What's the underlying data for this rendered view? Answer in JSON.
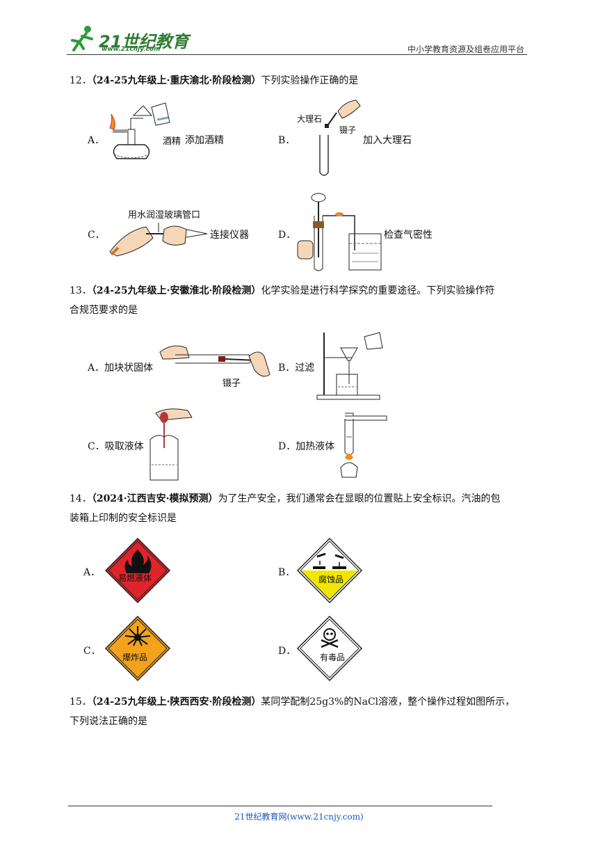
{
  "header": {
    "logo_text": "21世纪教育",
    "logo_url": "www.21cnjy.com",
    "platform": "中小学教育资源及组卷应用平台"
  },
  "q12": {
    "num": "12．",
    "source": "（24-25九年级上·重庆渝北·阶段检测）",
    "stem": "下列实验操作正确的是",
    "options": {
      "A": {
        "letter": "A．",
        "img_label": "酒精",
        "desc": "添加酒精"
      },
      "B": {
        "letter": "B．",
        "img_label_1": "大理石",
        "img_label_2": "镊子",
        "desc": "加入大理石"
      },
      "C": {
        "letter": "C．",
        "img_label": "用水润湿玻璃管口",
        "desc": "连接仪器"
      },
      "D": {
        "letter": "D．",
        "desc": "检查气密性"
      }
    }
  },
  "q13": {
    "num": "13．",
    "source": "（24-25九年级上·安徽淮北·阶段检测）",
    "stem_1": "化学实验是进行科学探究的重要途径。下列实验操作符",
    "stem_2": "合规范要求的是",
    "options": {
      "A": {
        "letter": "A．",
        "desc": "加块状固体",
        "img_label": "镊子"
      },
      "B": {
        "letter": "B．",
        "desc": "过滤"
      },
      "C": {
        "letter": "C．",
        "desc": "吸取液体"
      },
      "D": {
        "letter": "D．",
        "desc": "加热液体"
      }
    }
  },
  "q14": {
    "num": "14．",
    "source": "（2024·江西吉安·模拟预测）",
    "stem_1": "为了生产安全，我们通常会在显眼的位置贴上安全标识。汽油的包",
    "stem_2": "装箱上印制的安全标识是",
    "options": {
      "A": {
        "letter": "A．",
        "sign": "易燃液体"
      },
      "B": {
        "letter": "B．",
        "sign": "腐蚀品"
      },
      "C": {
        "letter": "C．",
        "sign": "爆炸品"
      },
      "D": {
        "letter": "D．",
        "sign": "有毒品"
      }
    }
  },
  "q15": {
    "num": "15．",
    "source": "（24-25九年级上·陕西西安·阶段检测）",
    "stem_1": "某同学配制25g3%的NaCl溶液，整个操作过程如图所示，",
    "stem_2": "下列说法正确的是"
  },
  "footer": {
    "text": "21世纪教育网(www.21cnjy.com)"
  },
  "colors": {
    "flammable_red": "#e0242b",
    "corrosive_yellow": "#f2e600",
    "explosive_orange": "#f2a31b",
    "footer_blue": "#1a55c0"
  }
}
